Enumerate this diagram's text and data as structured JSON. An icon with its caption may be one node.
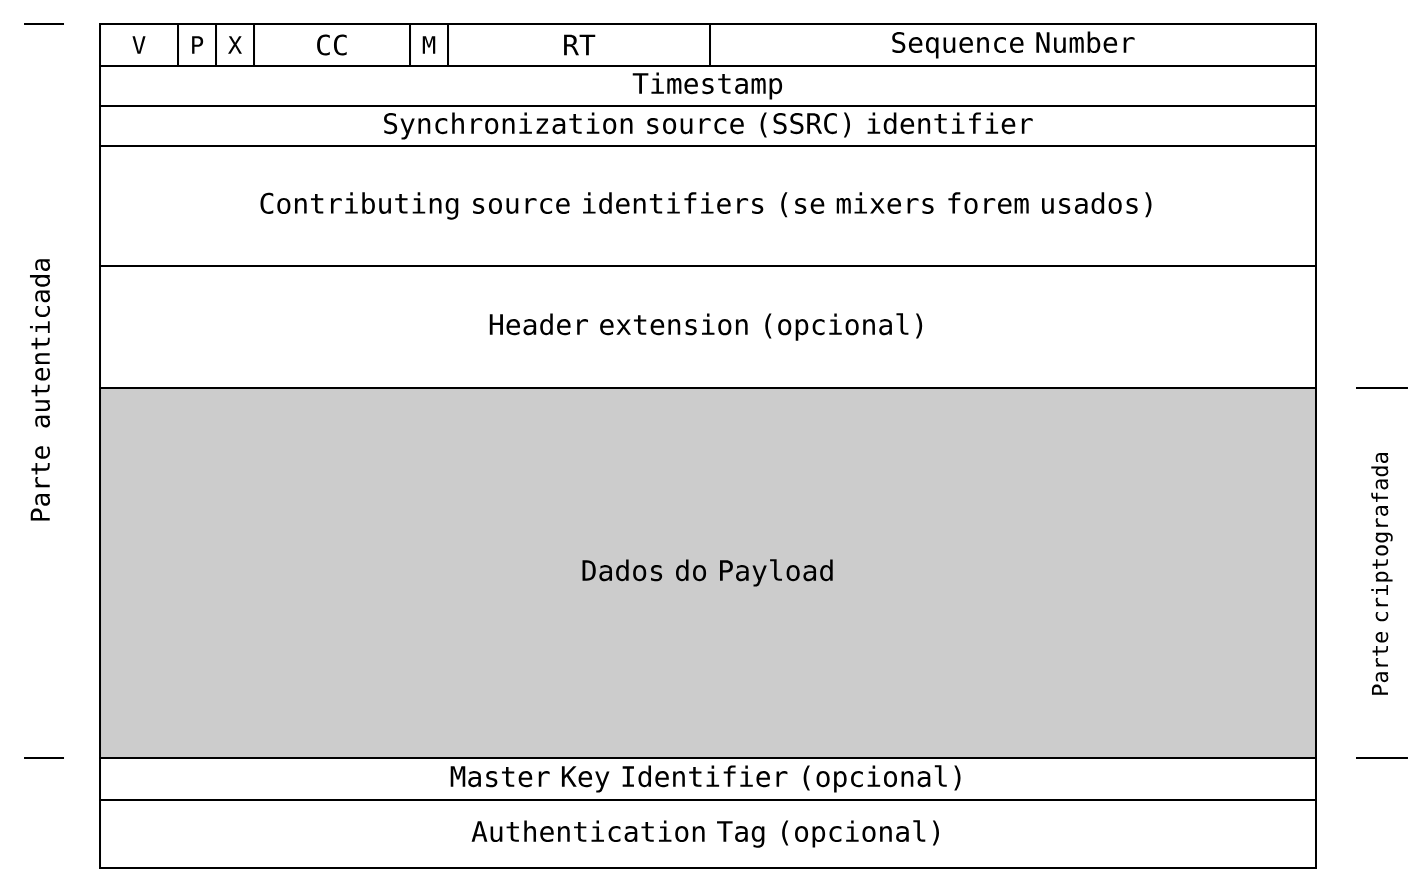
{
  "diagram": {
    "nodes": [
      {
        "text": [
          "V"
        ]
      },
      {
        "text": [
          "P"
        ]
      },
      {
        "text": [
          "X"
        ]
      },
      {
        "text": [
          "CC"
        ]
      },
      {
        "text": [
          "M"
        ]
      },
      {
        "text": [
          "RT"
        ]
      },
      {
        "text": [
          "Sequence Number"
        ]
      },
      {
        "text": [
          "Timestamp"
        ]
      },
      {
        "text": [
          "Synchronization source (SSRC) identifier"
        ]
      },
      {
        "text": [
          "Contributing source identifiers (se mixers forem usados)"
        ]
      },
      {
        "text": [
          "Header extension (opcional)"
        ]
      },
      {
        "text": [
          "Dados do Payload"
        ]
      },
      {
        "text": [
          "Master Key Identifier (opcional)"
        ]
      },
      {
        "text": [
          "Authentication Tag (opcional)"
        ]
      }
    ],
    "labels": [
      "Parte autenticada",
      "Parte criptografada"
    ]
  }
}
